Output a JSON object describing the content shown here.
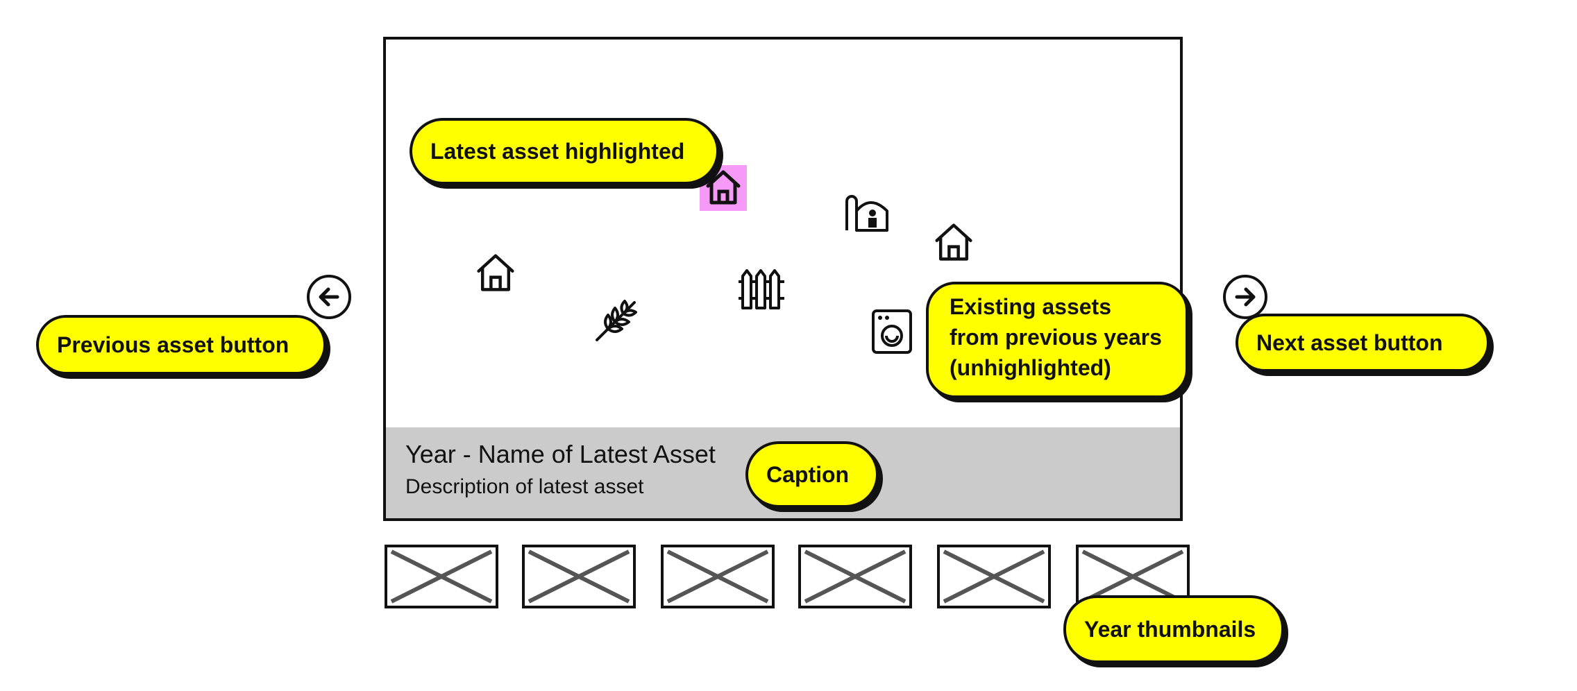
{
  "caption": {
    "title": "Year - Name of Latest Asset",
    "description": "Description of latest asset"
  },
  "callouts": {
    "latest": "Latest asset highlighted",
    "existing": "Existing assets from previous years (unhighlighted)",
    "previous": "Previous asset button",
    "next": "Next asset button",
    "caption": "Caption",
    "thumbnails": "Year thumbnails"
  },
  "thumbnail_count": 6,
  "icons": {
    "highlighted": "house-icon",
    "others": [
      "barn-icon",
      "house-icon",
      "house-icon",
      "fence-icon",
      "wheat-icon",
      "washing-machine-icon"
    ]
  },
  "colors": {
    "callout": "#ffff00",
    "highlight": "#f59af7",
    "caption_bar": "#cbcbcb"
  }
}
